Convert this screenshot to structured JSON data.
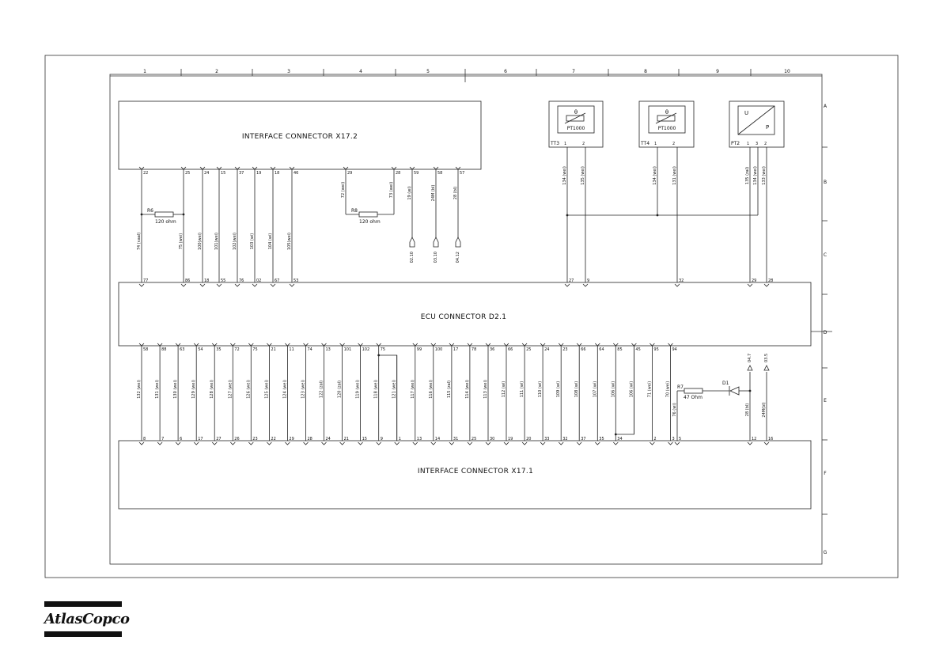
{
  "columns": [
    "1",
    "2",
    "3",
    "4",
    "5",
    "6",
    "7",
    "8",
    "9",
    "10"
  ],
  "rows": [
    "A",
    "B",
    "C",
    "D",
    "E",
    "F",
    "G"
  ],
  "connectors": {
    "x172": "INTERFACE CONNECTOR X17.2",
    "ecu": "ECU CONNECTOR D2.1",
    "x171": "INTERFACE CONNECTOR X17.1"
  },
  "sensors": [
    {
      "tag": "TT3",
      "symbol": "θ",
      "type": "PT1000",
      "pin1": "1",
      "pin2": "2"
    },
    {
      "tag": "TT4",
      "symbol": "θ",
      "type": "PT1000",
      "pin1": "1",
      "pin2": "2"
    },
    {
      "tag": "PT2",
      "u": "U",
      "p": "P",
      "pins": [
        "1",
        "3",
        "2"
      ]
    }
  ],
  "resistors": {
    "r6": {
      "name": "R6",
      "value": "120 ohm"
    },
    "r8": {
      "name": "R8",
      "value": "120 ohm"
    },
    "r7": {
      "name": "R7",
      "value": "47 Ohm"
    }
  },
  "diode": "D1",
  "top_wires": [
    {
      "pin": "22",
      "wire": "74 (vaal)",
      "ecu": "77"
    },
    {
      "pin": "25",
      "wire": "75 (wei)",
      "ecu": "86"
    },
    {
      "pin": "24",
      "wire": "100(wei)",
      "ecu": "18"
    },
    {
      "pin": "15",
      "wire": "101(wei)",
      "ecu": "55"
    },
    {
      "pin": "37",
      "wire": "102(wei)",
      "ecu": "76"
    },
    {
      "pin": "19",
      "wire": "103 (wi)",
      "ecu": "02"
    },
    {
      "pin": "18",
      "wire": "104 (wi)",
      "ecu": "67"
    },
    {
      "pin": "46",
      "wire": "105(wei)",
      "ecu": "53"
    }
  ],
  "mid_wires": [
    {
      "pin": "29",
      "wire": "72 (wei)"
    },
    {
      "pin": "28",
      "wire": "73 (wei)"
    },
    {
      "pin": "59",
      "wire": "19 (wi)",
      "dest": "02.10"
    },
    {
      "pin": "58",
      "wire": "24M (bl)",
      "dest": "03.10"
    },
    {
      "pin": "57",
      "wire": "28 (bl)",
      "dest": "04.12"
    }
  ],
  "sensor_wires": [
    {
      "wire": "134 (wei)",
      "ecu": "27"
    },
    {
      "wire": "135 (wei)",
      "ecu": "9"
    },
    {
      "wire": "134 (wei)",
      "ecu": ""
    },
    {
      "wire": "131 (wei)",
      "ecu": "32"
    },
    {
      "wire": "135 (zal)",
      "ecu": "29"
    },
    {
      "wire": "134 (wei)",
      "ecu": ""
    },
    {
      "wire": "133 (wei)",
      "ecu": "28"
    }
  ],
  "bottom_wires": [
    {
      "ecu": "58",
      "wire": "132 (wei)",
      "x171": "8"
    },
    {
      "ecu": "88",
      "wire": "131 (wei)",
      "x171": "7"
    },
    {
      "ecu": "63",
      "wire": "130 (wei)",
      "x171": "6"
    },
    {
      "ecu": "54",
      "wire": "129 (wei)",
      "x171": "17"
    },
    {
      "ecu": "35",
      "wire": "128 (wei)",
      "x171": "27"
    },
    {
      "ecu": "72",
      "wire": "127 (wei)",
      "x171": "26"
    },
    {
      "ecu": "75",
      "wire": "126 (wei)",
      "x171": "23"
    },
    {
      "ecu": "21",
      "wire": "125 (wei)",
      "x171": "22"
    },
    {
      "ecu": "11",
      "wire": "124 (wei)",
      "x171": "29"
    },
    {
      "ecu": "74",
      "wire": "123 (wei)",
      "x171": "28"
    },
    {
      "ecu": "13",
      "wire": "122 (zal)",
      "x171": "24"
    },
    {
      "ecu": "101",
      "wire": "120 (zal)",
      "x171": "21"
    },
    {
      "ecu": "102",
      "wire": "119 (wei)",
      "x171": "15"
    },
    {
      "ecu": "75",
      "wire": "118 (wei)",
      "x171": "9"
    },
    {
      "ecu": "",
      "wire": "121 (wei)",
      "x171": "1"
    },
    {
      "ecu": "99",
      "wire": "117 (wei)",
      "x171": "13"
    },
    {
      "ecu": "100",
      "wire": "116 (wei)",
      "x171": "14"
    },
    {
      "ecu": "17",
      "wire": "115 (zal)",
      "x171": "31"
    },
    {
      "ecu": "78",
      "wire": "114 (wei)",
      "x171": "25"
    },
    {
      "ecu": "36",
      "wire": "113 (wei)",
      "x171": "30"
    },
    {
      "ecu": "66",
      "wire": "112 (wi)",
      "x171": "19"
    },
    {
      "ecu": "25",
      "wire": "111 (wi)",
      "x171": "20"
    },
    {
      "ecu": "24",
      "wire": "110 (wi)",
      "x171": "33"
    },
    {
      "ecu": "23",
      "wire": "109 (wi)",
      "x171": "32"
    },
    {
      "ecu": "66",
      "wire": "108 (wi)",
      "x171": "37"
    },
    {
      "ecu": "64",
      "wire": "107 (wi)",
      "x171": "35"
    },
    {
      "ecu": "85",
      "wire": "106 (wi)",
      "x171": "34"
    },
    {
      "ecu": "45",
      "wire": "106 (wi)",
      "x171": ""
    },
    {
      "ecu": "95",
      "wire": "71 (wei)",
      "x171": "2"
    },
    {
      "ecu": "94",
      "wire": "70 (wei)",
      "x171": "3"
    }
  ],
  "right_wires": [
    {
      "wire": "76 (wi)",
      "x171": "5"
    },
    {
      "wire": "28 (bl)",
      "x171": "12",
      "dest": "04.7"
    },
    {
      "wire": "24M(bl)",
      "x171": "16",
      "dest": "03.5"
    }
  ],
  "logo": "AtlasCopco"
}
